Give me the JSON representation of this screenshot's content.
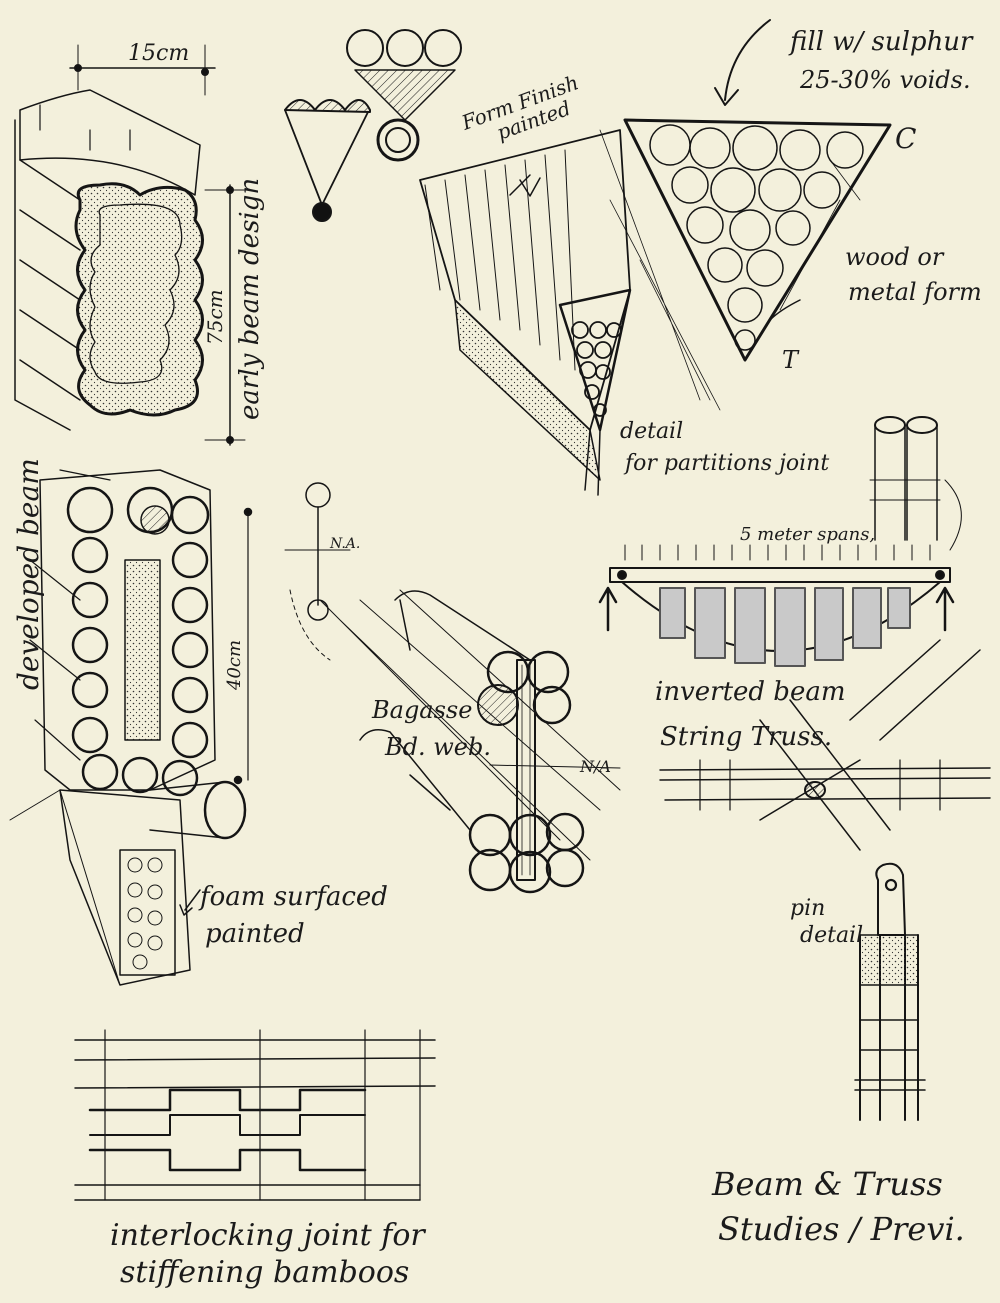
{
  "labels": {
    "dim_15cm": "15cm",
    "dim_75cm": "75cm",
    "dim_40cm": "40cm",
    "early_beam_design": "early beam design",
    "developed_beam": "developed beam",
    "form_finish_painted_1": "Form Finish",
    "form_finish_painted_2": "painted",
    "fill_sulphur_1": "fill w/ sulphur",
    "fill_sulphur_2": "25-30% voids.",
    "c_mark": "C",
    "t_mark": "T",
    "wood_metal_1": "wood or",
    "wood_metal_2": "metal form",
    "detail_partitions_1": "detail",
    "detail_partitions_2": "for partitions joint",
    "spans": "5 meter spans,",
    "na_1": "N.A.",
    "na_2": "N/A",
    "bagasse_1": "Bagasse",
    "bagasse_2": "Bd. web.",
    "inverted_1": "inverted beam",
    "inverted_2": "String Truss.",
    "foam_1": "foam surfaced",
    "foam_2": "painted",
    "pin_1": "pin",
    "pin_2": "detail",
    "interlock_1": "interlocking joint for",
    "interlock_2": "stiffening bamboos",
    "title_1": "Beam & Truss",
    "title_2": "Studies / Previ."
  }
}
